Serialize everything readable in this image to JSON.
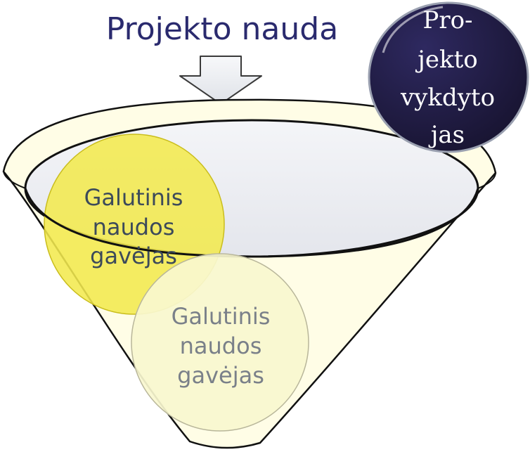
{
  "title": "Projekto nauda",
  "executor": {
    "lines": [
      "Pro-",
      "jekto",
      "vykdyto",
      "jas"
    ]
  },
  "beneficiary_primary": {
    "lines": [
      "Galutinis",
      "naudos",
      "gavėjas"
    ]
  },
  "beneficiary_secondary": {
    "lines": [
      "Galutinis",
      "naudos",
      "gavėjas"
    ]
  },
  "colors": {
    "title_text": "#2a2a6e",
    "dark_circle": "#1e1a44",
    "dark_circle_text": "#ffffff",
    "yellow_circle": "#f2e94e",
    "yellow_text": "#3c4a5a",
    "pale_circle": "#f8f7cf",
    "pale_text": "#7a8089",
    "funnel_fill": "#fffde6",
    "funnel_stroke": "#111111",
    "arrow_fill": "#eef0f3"
  }
}
